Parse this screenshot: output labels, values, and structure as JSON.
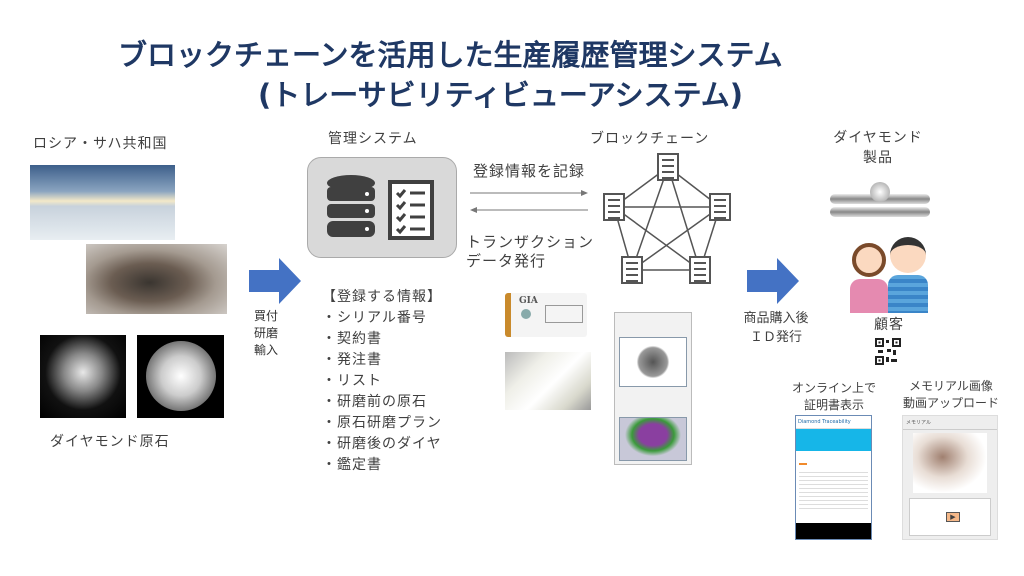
{
  "title": {
    "line1": "ブロックチェーンを活用した生産履歴管理システム",
    "line2": "(トレーサビリティビューアシステム)"
  },
  "origin": {
    "region": "ロシア・サハ共和国",
    "rough_label": "ダイヤモンド原石"
  },
  "step1_arrow": {
    "lines": [
      "買付",
      "研磨",
      "輸入"
    ]
  },
  "management": {
    "heading": "管理システム",
    "info_heading": "【登録する情報】",
    "info_items": [
      "・シリアル番号",
      "・契約書",
      "・発注書",
      "・リスト",
      "・研磨前の原石",
      "・原石研磨プラン",
      "・研磨後のダイヤ",
      "・鑑定書"
    ]
  },
  "flows": {
    "record": "登録情報を記録",
    "tx_line1": "トランザクション",
    "tx_line2": "データ発行"
  },
  "blockchain": {
    "heading": "ブロックチェーン"
  },
  "certificate": {
    "logo": "GIA"
  },
  "screens": {
    "traceability_title": "Diamond Traceability",
    "memorial_title": "メモリアル"
  },
  "step2_arrow": {
    "line1": "商品購入後",
    "line2": "ＩＤ発行"
  },
  "product": {
    "line1": "ダイヤモンド",
    "line2": "製品",
    "customer": "顧客"
  },
  "online": {
    "line1": "オンライン上で",
    "line2": "証明書表示"
  },
  "memorial": {
    "line1": "メモリアル画像",
    "line2": "動画アップロード"
  },
  "colors": {
    "title": "#1f3864",
    "arrow": "#4472c4",
    "box": "#d9d9d9"
  }
}
